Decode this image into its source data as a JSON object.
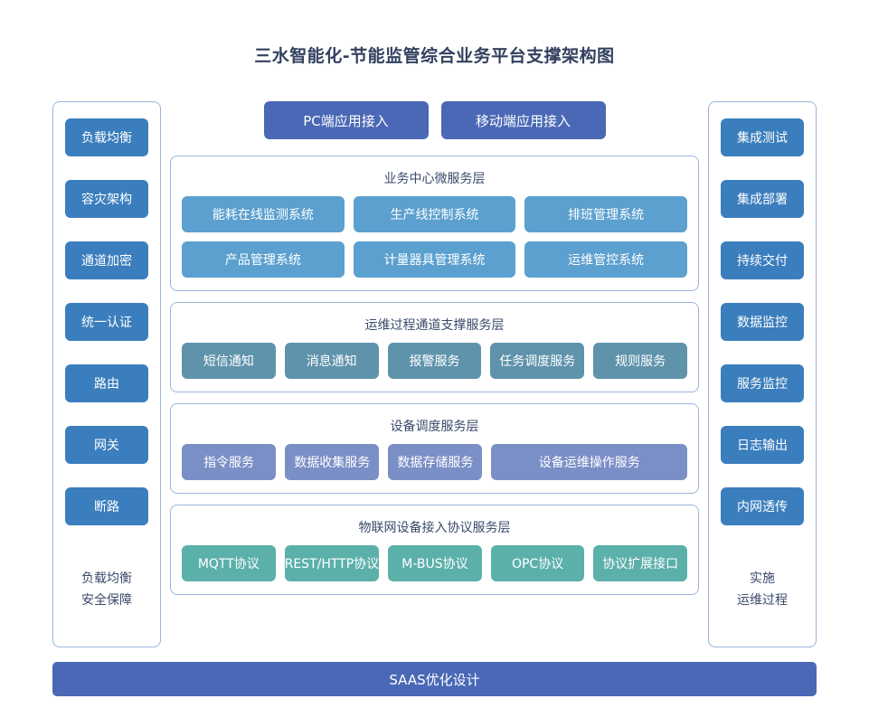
{
  "page": {
    "title": "三水智能化-节能监管综合业务平台支撑架构图"
  },
  "top_access": {
    "buttons": [
      {
        "label": "PC端应用接入"
      },
      {
        "label": "移动端应用接入"
      }
    ]
  },
  "left_panel": {
    "buttons": [
      {
        "label": "负载均衡"
      },
      {
        "label": "容灾架构"
      },
      {
        "label": "通道加密"
      },
      {
        "label": "统一认证"
      },
      {
        "label": "路由"
      },
      {
        "label": "网关"
      },
      {
        "label": "断路"
      }
    ],
    "footer": {
      "line1": "负载均衡",
      "line2": "安全保障"
    }
  },
  "right_panel": {
    "buttons": [
      {
        "label": "集成测试"
      },
      {
        "label": "集成部署"
      },
      {
        "label": "持续交付"
      },
      {
        "label": "数据监控"
      },
      {
        "label": "服务监控"
      },
      {
        "label": "日志输出"
      },
      {
        "label": "内网透传"
      }
    ],
    "footer": {
      "line1": "实施",
      "line2": "运维过程"
    }
  },
  "layers": [
    {
      "id": "business-center",
      "title": "业务中心微服务层",
      "rows": [
        [
          {
            "label": "能耗在线监测系统"
          },
          {
            "label": "生产线控制系统"
          },
          {
            "label": "排班管理系统"
          }
        ],
        [
          {
            "label": "产品管理系统"
          },
          {
            "label": "计量器具管理系统"
          },
          {
            "label": "运维管控系统"
          }
        ]
      ]
    },
    {
      "id": "ops-channel-support",
      "title": "运维过程通道支撑服务层",
      "rows": [
        [
          {
            "label": "短信通知"
          },
          {
            "label": "消息通知"
          },
          {
            "label": "报警服务"
          },
          {
            "label": "任务调度服务"
          },
          {
            "label": "规则服务"
          }
        ]
      ]
    },
    {
      "id": "device-dispatch",
      "title": "设备调度服务层",
      "rows": [
        [
          {
            "label": "指令服务"
          },
          {
            "label": "数据收集服务"
          },
          {
            "label": "数据存储服务"
          },
          {
            "label": "设备运维操作服务",
            "wide": true
          }
        ]
      ]
    },
    {
      "id": "iot-protocol",
      "title": "物联网设备接入协议服务层",
      "rows": [
        [
          {
            "label": "MQTT协议"
          },
          {
            "label": "REST/HTTP协议"
          },
          {
            "label": "M-BUS协议"
          },
          {
            "label": "OPC协议"
          },
          {
            "label": "协议扩展接口"
          }
        ]
      ]
    }
  ],
  "bottom_bar": {
    "label": "SAAS优化设计"
  },
  "colors": {
    "title_text": "#33415f",
    "panel_border": "#9ab4dd",
    "side_button": "#3b7ebd",
    "access_button": "#4a68b5",
    "business_block": "#5ba0cf",
    "support_block": "#5f93ab",
    "device_block": "#7b8fc7",
    "protocol_block": "#5cb0aa",
    "bottom_bar": "#4a68b5",
    "layer_title_text": "#3a4a6b"
  }
}
